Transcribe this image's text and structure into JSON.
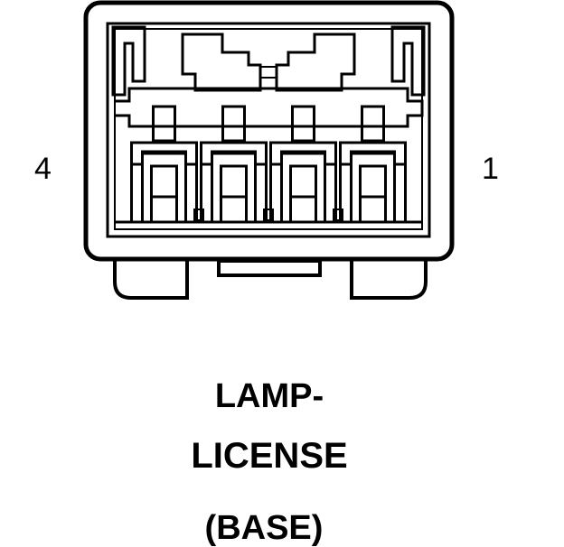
{
  "connector": {
    "pin_left_label": "4",
    "pin_right_label": "1",
    "cavity_count": 4
  },
  "caption": {
    "line1": "LAMP-",
    "line2": "LICENSE",
    "line3": "(BASE)"
  },
  "colors": {
    "stroke": "#000000",
    "background": "#ffffff"
  }
}
